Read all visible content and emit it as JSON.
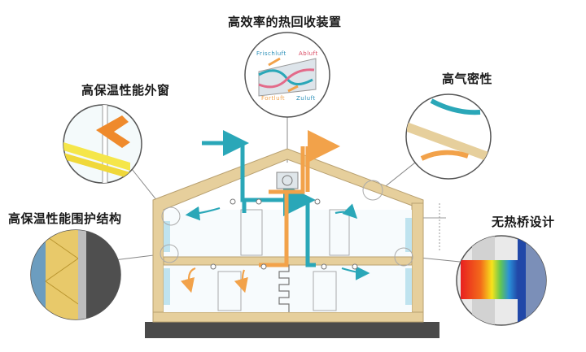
{
  "labels": {
    "heat_recovery": "高效率的热回收装置",
    "window": "高保温性能外窗",
    "envelope": "高保温性能围护结构",
    "airtight": "高气密性",
    "no_thermal_bridge": "无热桥设计"
  },
  "heat_recovery_unit": {
    "frischluft": "Frischluft",
    "abluft": "Abluft",
    "fortluft": "Fortluft",
    "zuluft": "Zuluft"
  },
  "colors": {
    "fresh_air": "#2aa7b8",
    "exhaust_air": "#f2a24a",
    "house_wall": "#e6cf9c",
    "ground": "#4a4a4a"
  }
}
